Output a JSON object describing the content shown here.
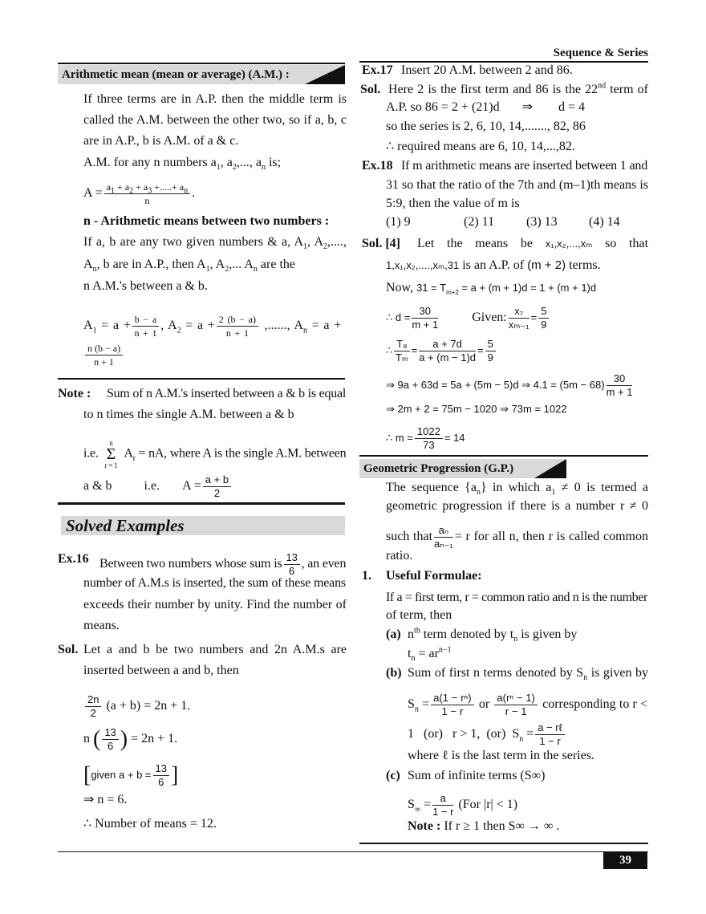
{
  "header": {
    "title": "Sequence & Series",
    "page_number": "39"
  },
  "left": {
    "heading": "Arithmetic mean (mean or average) (A.M.) :",
    "intro": [
      "If three terms are in A.P. then the middle term is",
      "called the A.M. between the other two, so if a, b, c",
      "are in A.P., b is A.M. of a & c."
    ],
    "am_line": [
      "A.M. for any n numbers a",
      "1",
      ", a",
      "2",
      ",..., a",
      "n",
      " is;"
    ],
    "am_formula": {
      "lhs": "A =",
      "num": [
        "a",
        "1",
        " + a",
        "2",
        " + a",
        "3",
        " +.....+ a",
        "n"
      ],
      "den": "n",
      "end": "."
    },
    "n_heading": "n - Arithmetic means between two numbers :",
    "p2_l1": [
      "If a, b are any two given numbers & a, A",
      "1",
      ", A",
      "2",
      ",....,"
    ],
    "p2_l2": [
      "A",
      "n",
      ", b are in A.P., then A",
      "1",
      ", A",
      "2",
      ",... A",
      "n",
      " are the"
    ],
    "p2_l3": "n A.M.'s between a & b.",
    "means_formula": [
      "A",
      "1",
      " = a +",
      "b − a",
      "n + 1",
      ", A",
      "2",
      " = a +",
      "2 (b − a)",
      "n + 1",
      " ,......, A",
      "n",
      " = a +",
      "n (b − a)",
      "n + 1"
    ],
    "note": {
      "label": "Note :",
      "l1": "Sum of n A.M.'s inserted between a & b is equal",
      "l2": "to n times the single A.M. between a & b",
      "ie": "i.e.",
      "sum_top": "n",
      "sum_sign": "Σ",
      "sum_bottom": "r = 1",
      "rest": [
        "A",
        "r",
        " = nA, where A is the single A.M. between"
      ],
      "l4a": "a & b",
      "l4b": "i.e.",
      "l4c": "A =",
      "num": "a + b",
      "den": "2"
    },
    "solved_title": "Solved Examples",
    "ex16": {
      "label": "Ex.16",
      "l1a": "Between two numbers whose sum is",
      "num": "13",
      "den": "6",
      "l1b": ", an even",
      "lines": [
        "number of A.M.s is inserted, the sum of these means",
        "exceeds their number by unity. Find the number of",
        "means."
      ]
    },
    "sol16": {
      "label": "Sol.",
      "l1": "Let a and b be two numbers and 2n A.M.s are",
      "l2": "inserted between a and b, then",
      "f1": [
        "2n",
        "2",
        "(a + b) = 2n + 1."
      ],
      "f2": [
        "n",
        "13",
        "6",
        "= 2n + 1."
      ],
      "f3": [
        "given a + b =",
        "13",
        "6"
      ],
      "f4": "⇒ n = 6.",
      "f5": "∴  Number of means = 12."
    }
  },
  "right": {
    "ex17": {
      "label": "Ex.17",
      "q": "Insert 20 A.M. between 2 and 86."
    },
    "sol17": {
      "label": "Sol.",
      "l1": [
        "Here 2 is the first term and 86 is the 22",
        "nd",
        " term of"
      ],
      "l2": [
        "A.P. so 86 = 2 + (21)d",
        "⇒",
        "d = 4"
      ],
      "l3": "so the series is   2, 6, 10, 14,......., 82, 86",
      "l4": "∴  required means are 6, 10, 14,...,82."
    },
    "ex18": {
      "label": "Ex.18",
      "lines": [
        "If m arithmetic means are inserted between 1 and",
        "31 so that the ratio of the 7th and (m–1)th means is",
        "5:9, then the value of m is"
      ],
      "options": [
        "(1) 9",
        "(2) 11",
        "(3) 13",
        "(4) 14"
      ]
    },
    "sol18": {
      "label": "Sol. [4]",
      "l1": [
        "Let the means be",
        "x₁,x₂,...,xₘ",
        "so that"
      ],
      "l2": [
        "1,x₁,x₂,....,xₘ,31",
        " is an A.P. of ",
        "(m + 2)",
        " terms."
      ],
      "l3": [
        "Now, ",
        "31 = T",
        "m+2",
        " = a + (m + 1)d = 1 + (m + 1)d"
      ],
      "l4": [
        "∴ d =",
        "30",
        "m + 1",
        "Given:",
        "x₇",
        "xₘ₋₁",
        "=",
        "5",
        "9"
      ],
      "l5": [
        "∴",
        "T₈",
        "Tₘ",
        "=",
        "a + 7d",
        "a + (m − 1)d",
        "=",
        "5",
        "9"
      ],
      "l6": [
        "⇒ 9a + 63d = 5a + (5m − 5)d ⇒ 4.1 = (5m − 68)",
        "30",
        "m + 1"
      ],
      "l7": "⇒ 2m + 2 = 75m − 1020 ⇒ 73m = 1022",
      "l8": [
        "∴ m =",
        "1022",
        "73",
        "= 14"
      ]
    },
    "gp": {
      "heading": "Geometric Progression (G.P.)",
      "l1": [
        "The sequence {a",
        "n",
        "} in which a",
        "1",
        " ≠ 0 is termed a"
      ],
      "l2": "geometric progression if there is a number r ≠ 0",
      "l3": [
        "such that",
        "aₙ",
        "aₙ₋₁",
        "= r for all n, then r is called common"
      ],
      "l4": "ratio.",
      "f_num": "1.",
      "f_title": "Useful Formulae:",
      "f_l1": "If a = first term, r = common ratio and n is the number",
      "f_l2": "of term, then",
      "a": {
        "label": "(a)",
        "l1": [
          "n",
          "th",
          " term denoted by t",
          "n",
          " is given by"
        ],
        "l2": [
          "t",
          "n",
          " = ar",
          "n−1"
        ]
      },
      "b": {
        "label": "(b)",
        "l1": [
          "Sum of first n terms denoted by S",
          "n",
          " is given by"
        ],
        "l2": [
          "S",
          "n",
          " =",
          "a(1 − rⁿ)",
          "1 − r",
          "or",
          "a(rⁿ − 1)",
          "r − 1",
          "corresponding to r <"
        ],
        "l3": [
          "1   (or)   r > 1,  (or)  S",
          "n",
          " =",
          "a − rℓ",
          "1 − r"
        ],
        "l4": "where ℓ is the last term in the series."
      },
      "c": {
        "label": "(c)",
        "l1": "Sum of infinite terms (S∞)",
        "l2": [
          "S",
          "∞",
          " =",
          "a",
          "1 − r",
          "(For |r| < 1)"
        ],
        "note_label": "Note :",
        "note": "If r ≥ 1  then S∞ → ∞ ."
      }
    }
  }
}
